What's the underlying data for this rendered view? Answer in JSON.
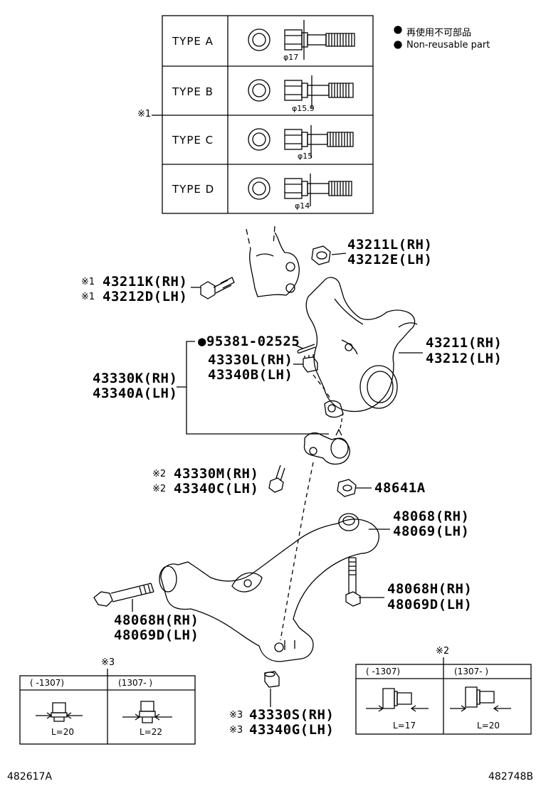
{
  "legend": {
    "ja": "再使用不可部品",
    "en": "Non-reusable part"
  },
  "bolt_table": {
    "note_mark": "※1",
    "rows": [
      {
        "type": "TYPE A",
        "dia": "φ17"
      },
      {
        "type": "TYPE B",
        "dia": "φ15.9"
      },
      {
        "type": "TYPE C",
        "dia": "φ15"
      },
      {
        "type": "TYPE D",
        "dia": "φ14"
      }
    ]
  },
  "parts": {
    "nut_top": [
      "43211L(RH)",
      "43212E(LH)"
    ],
    "bolt_top": {
      "mark": "※1",
      "lines": [
        "43211K(RH)",
        "43212D(LH)"
      ]
    },
    "cotter_pin": "95381-02525",
    "knuckle": [
      "43211(RH)",
      "43212(LH)"
    ],
    "castle_nut": [
      "43330L(RH)",
      "43340B(LH)"
    ],
    "ball_joint": [
      "43330K(RH)",
      "43340A(LH)"
    ],
    "bj_bolt": {
      "mark": "※2",
      "lines": [
        "43330M(RH)",
        "43340C(LH)"
      ]
    },
    "nut_48641": "48641A",
    "arm": [
      "48068(RH)",
      "48069(LH)"
    ],
    "arm_bolt_right": [
      "48068H(RH)",
      "48069D(LH)"
    ],
    "arm_bolt_left": [
      "48068H(RH)",
      "48069D(LH)"
    ],
    "bottom_nut": {
      "mark": "※3",
      "lines": [
        "43330S(RH)",
        "43340G(LH)"
      ]
    }
  },
  "table3": {
    "mark": "※3",
    "cols": [
      {
        "header": "(     -1307)",
        "length": "L=20"
      },
      {
        "header": "(1307-     )",
        "length": "L=22"
      }
    ]
  },
  "table2": {
    "mark": "※2",
    "cols": [
      {
        "header": "(     -1307)",
        "length": "L=17"
      },
      {
        "header": "(1307-     )",
        "length": "L=20"
      }
    ]
  },
  "footer": {
    "left": "482617A",
    "right": "482748B"
  }
}
